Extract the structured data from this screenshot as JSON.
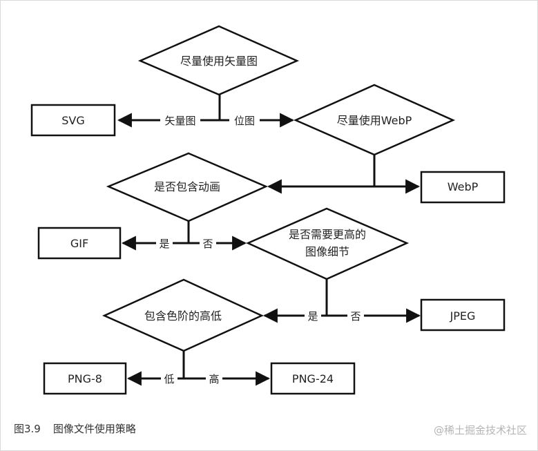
{
  "nodes": {
    "vector": "尽量使用矢量图",
    "svg": "SVG",
    "webp_q": "尽量使用WebP",
    "anim_q": "是否包含动画",
    "webp": "WebP",
    "gif": "GIF",
    "detail_q1": "是否需要更高的",
    "detail_q2": "图像细节",
    "jpeg": "JPEG",
    "level_q": "包含色阶的高低",
    "png8": "PNG-8",
    "png24": "PNG-24"
  },
  "edges": {
    "vector_label": "矢量图",
    "bitmap_label": "位图",
    "anim_yes": "是",
    "anim_no": "否",
    "detail_yes": "是",
    "detail_no": "否",
    "low": "低",
    "high": "高"
  },
  "caption": {
    "number": "图3.9",
    "title": "图像文件使用策略"
  },
  "watermark": "@稀土掘金技术社区"
}
